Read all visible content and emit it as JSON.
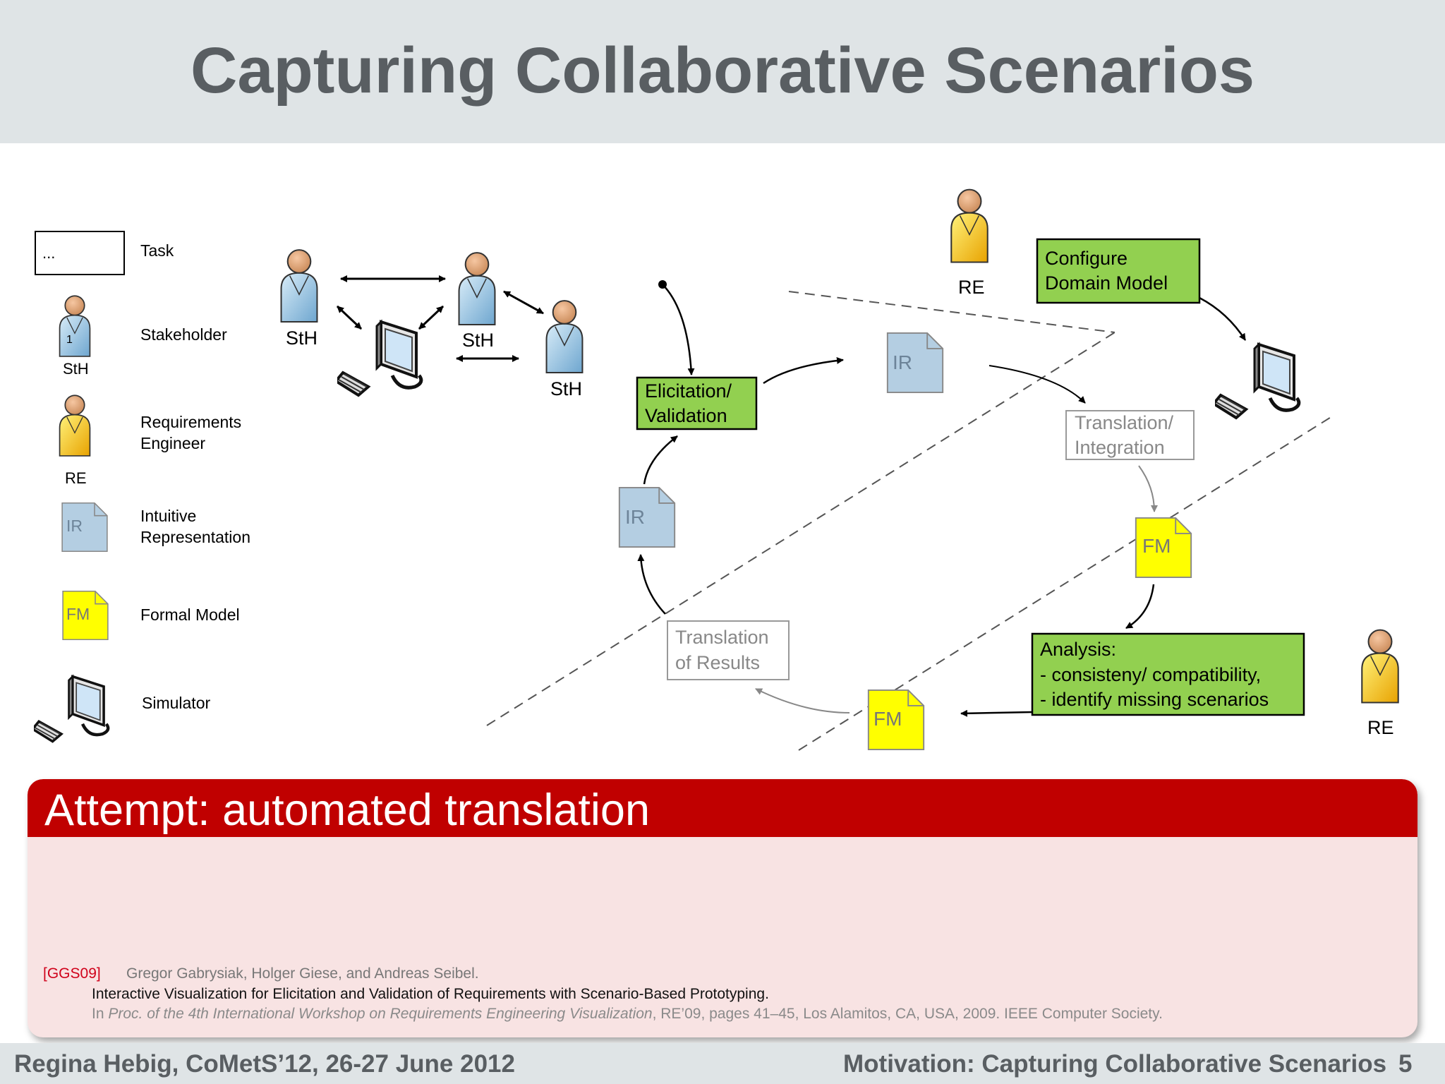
{
  "slide": {
    "title": "Capturing Collaborative Scenarios"
  },
  "legend": {
    "task_box_text": "...",
    "task": "Task",
    "stakeholder": "Stakeholder",
    "stakeholder_badge": "1",
    "stakeholder_short": "StH",
    "re_line1": "Requirements",
    "re_line2": "Engineer",
    "re_short": "RE",
    "ir_icon": "IR",
    "ir_line1": "Intuitive",
    "ir_line2": "Representation",
    "fm_icon": "FM",
    "fm_label": "Formal Model",
    "simulator": "Simulator"
  },
  "diagram": {
    "sth_label": "StH",
    "re_label": "RE",
    "ir_label": "IR",
    "fm_label": "FM",
    "elicitation_line1": "Elicitation/",
    "elicitation_line2": "Validation",
    "configure_line1": "Configure",
    "configure_line2": "Domain Model",
    "translation_integration_line1": "Translation/",
    "translation_integration_line2": "Integration",
    "translation_results_line1": "Translation",
    "translation_results_line2": "of Results",
    "analysis_line1": "Analysis:",
    "analysis_line2": "- consisteny/ compatibility,",
    "analysis_line3": "- identify missing scenarios"
  },
  "block": {
    "title": "Attempt: automated translation",
    "ref_key": "[GGS09]",
    "ref_authors": "Gregor Gabrysiak, Holger Giese, and Andreas Seibel.",
    "ref_title": "Interactive Visualization for Elicitation and Validation of Requirements with Scenario-Based Prototyping.",
    "ref_venue_prefix": "In ",
    "ref_venue_italic": "Proc. of the 4th International Workshop on Requirements Engineering Visualization",
    "ref_venue_suffix": ", RE’09, pages 41–45, Los Alamitos, CA, USA, 2009. IEEE Computer Society."
  },
  "footer": {
    "left": "Regina Hebig,  CoMetS’12,  26-27 June 2012",
    "right": "Motivation: Capturing Collaborative Scenarios",
    "page": "5"
  },
  "colors": {
    "title_bar": "#dfe4e6",
    "title_text": "#595e62",
    "task_green": "#92d050",
    "ir_blue": "#b4cee2",
    "fm_yellow": "#ffff00",
    "stakeholder_blue": "#9cc9e5",
    "re_yellow": "#ffc000",
    "block_red": "#c00000",
    "block_body": "#f8e3e3"
  }
}
